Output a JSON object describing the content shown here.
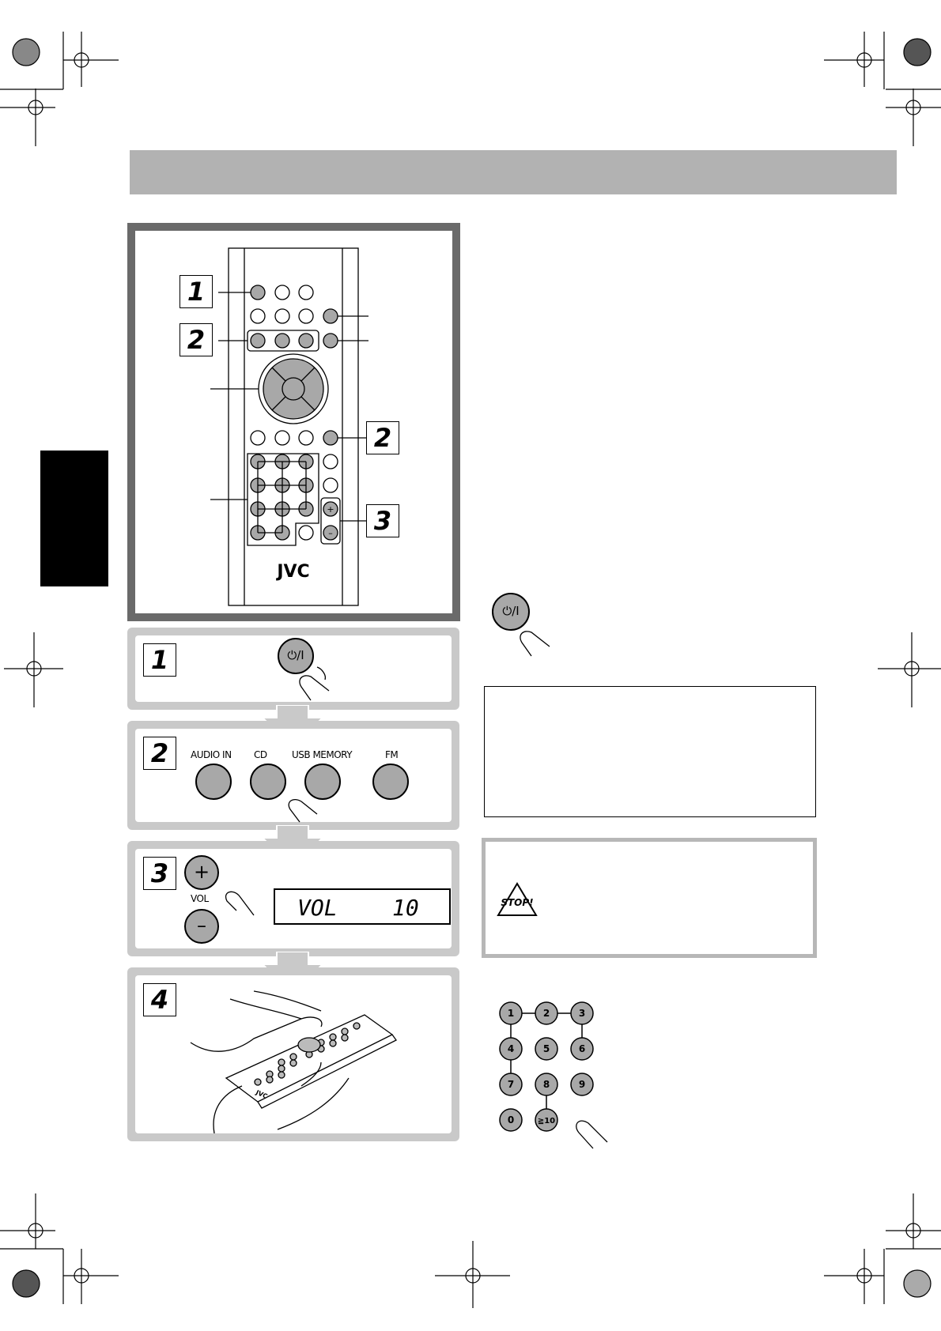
{
  "callouts": {
    "c1": "1",
    "c2": "2",
    "c3": "2",
    "c4": "3"
  },
  "remote": {
    "brand": "JVC",
    "vol_plus": "+",
    "vol_minus": "–"
  },
  "steps": [
    {
      "num": "1",
      "power_symbol": "⏻/I"
    },
    {
      "num": "2",
      "buttons": [
        "AUDIO IN",
        "CD",
        "USB MEMORY",
        "FM"
      ]
    },
    {
      "num": "3",
      "vol_plus": "+",
      "vol_label": "VOL",
      "vol_minus": "–",
      "lcd_left": "VOL",
      "lcd_right": "10"
    },
    {
      "num": "4"
    }
  ],
  "side_power_symbol": "⏻/I",
  "caution_icon_text": "STOP!",
  "keypad": [
    "1",
    "2",
    "3",
    "4",
    "5",
    "6",
    "7",
    "8",
    "9",
    "0",
    "≧10"
  ],
  "colors": {
    "header_bar": "#b2b2b2",
    "panel_border": "#6a6a6a",
    "button_gray": "#a8a8a8",
    "step_frame": "#c9c9c9"
  }
}
